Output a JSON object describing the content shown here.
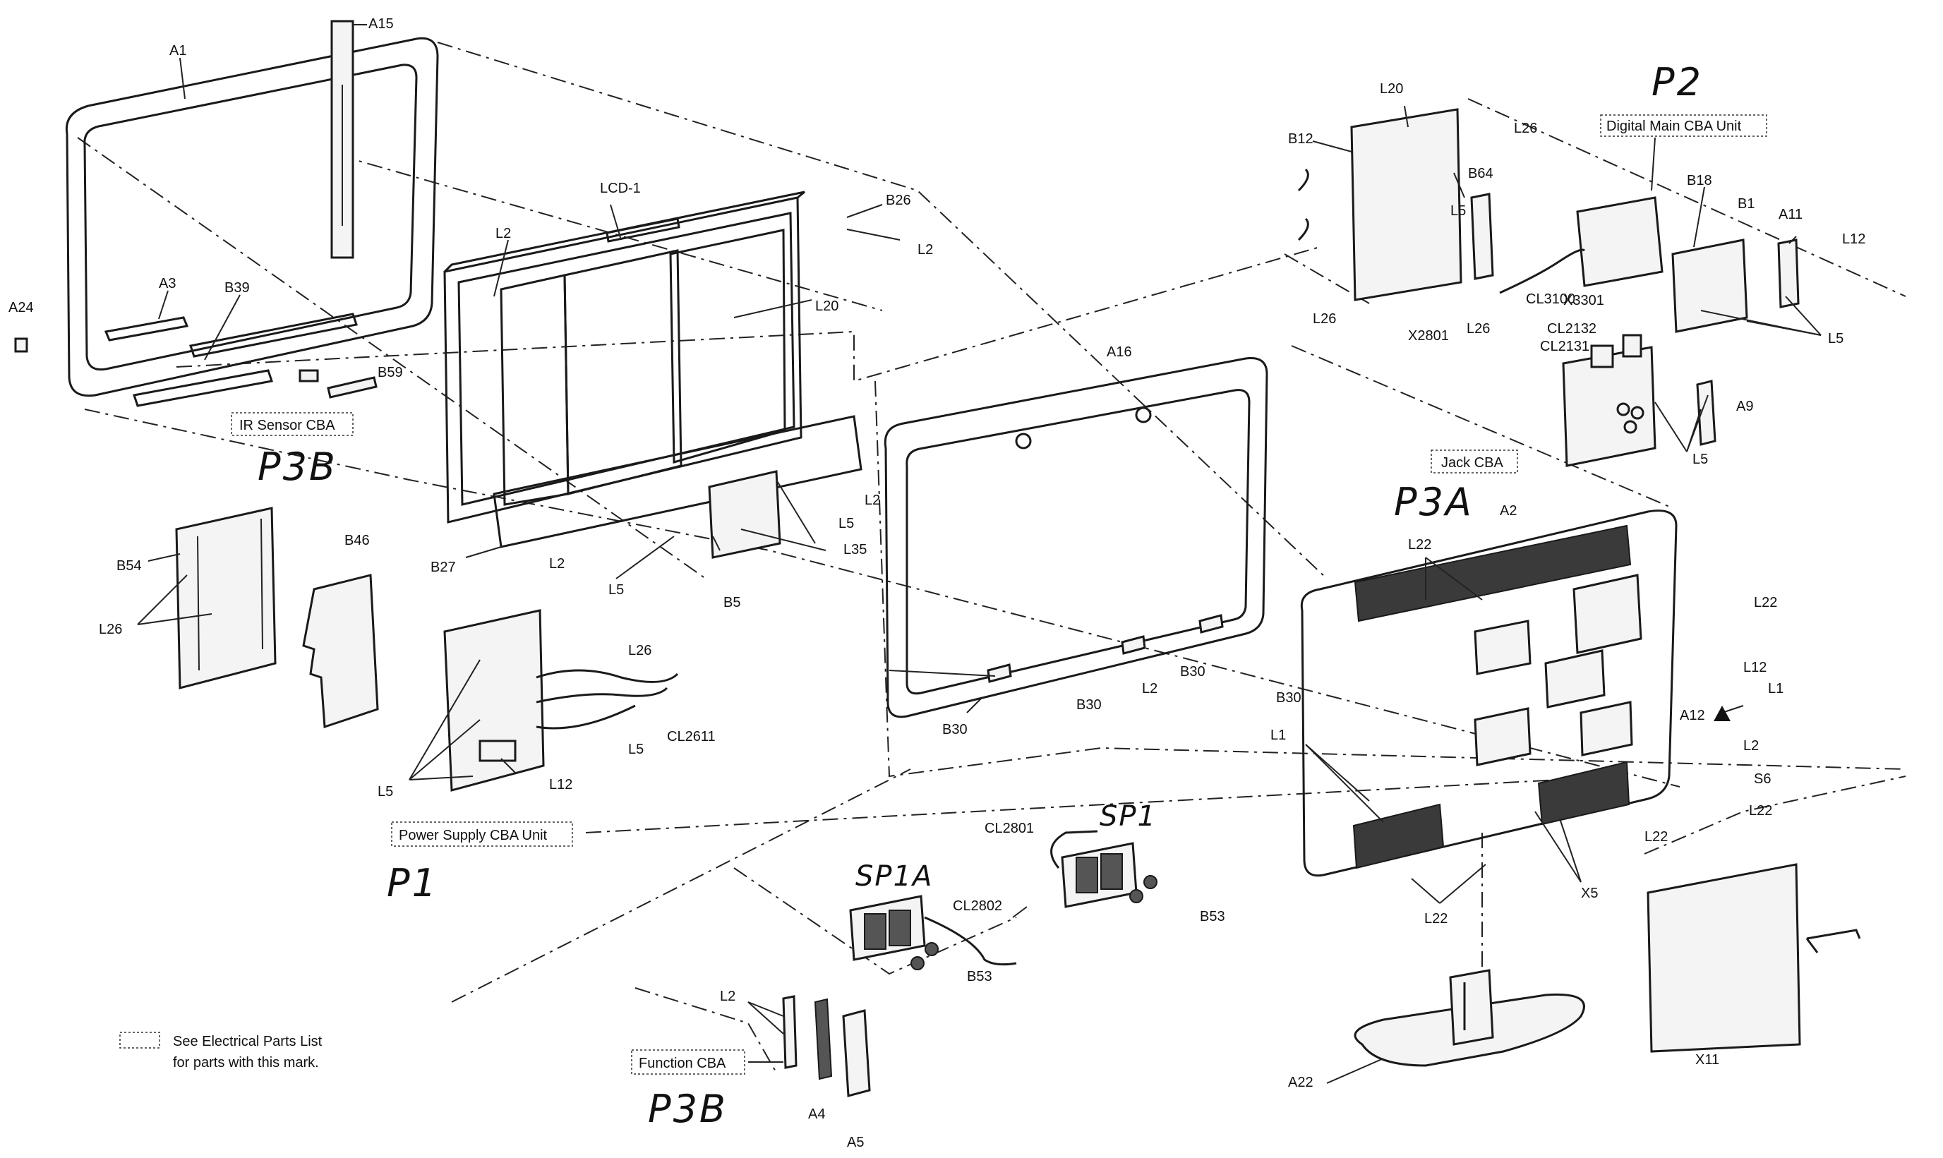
{
  "part_labels": {
    "a1": "A1",
    "a15": "A15",
    "a24": "A24",
    "a3": "A3",
    "b39": "B39",
    "b59": "B59",
    "lcd1": "LCD-1",
    "b26": "B26",
    "l2_a": "L2",
    "l2_b": "L2",
    "l20_a": "L20",
    "b27": "B27",
    "l2_c": "L2",
    "l5_a": "L5",
    "b5": "B5",
    "l35": "L35",
    "l5_b": "L5",
    "l2_d": "L2",
    "b54": "B54",
    "l26_a": "L26",
    "b46": "B46",
    "l26_b": "L26",
    "cl2611": "CL2611",
    "l5_c": "L5",
    "l5_d": "L5",
    "l12_a": "L12",
    "a16": "A16",
    "b30_a": "B30",
    "b30_b": "B30",
    "b30_c": "B30",
    "b30_d": "B30",
    "l2_e": "L2",
    "l20_b": "L20",
    "l26_c": "L26",
    "b12": "B12",
    "b64": "B64",
    "l5_e": "L5",
    "b18": "B18",
    "b1": "B1",
    "a11": "A11",
    "l12_b": "L12",
    "l26_d": "L26",
    "x2801": "X2801",
    "l26_e": "L26",
    "cl3100": "CL3100",
    "x3301": "X3301",
    "l5_f": "L5",
    "cl2132": "CL2132",
    "cl2131": "CL2131",
    "a9": "A9",
    "l5_g": "L5",
    "a2": "A2",
    "l22_a": "L22",
    "l22_b": "L22",
    "l12_c": "L12",
    "l1_a": "L1",
    "l1_b": "L1",
    "a12": "A12",
    "l2_f": "L2",
    "s6": "S6",
    "l22_c": "L22",
    "l22_d": "L22",
    "l22_e": "L22",
    "x5": "X5",
    "cl2801": "CL2801",
    "b53_a": "B53",
    "cl2802": "CL2802",
    "b53_b": "B53",
    "l2_g": "L2",
    "a4": "A4",
    "a5": "A5",
    "a22": "A22",
    "x11": "X11"
  },
  "boxed_labels": {
    "ir_sensor": "IR Sensor CBA",
    "digital_main": "Digital Main CBA Unit",
    "jack": "Jack CBA",
    "power_supply": "Power Supply CBA Unit",
    "function": "Function CBA"
  },
  "handwritten": {
    "p2": "P2",
    "p3b_top": "P3B",
    "p3a": "P3A",
    "p1": "P1",
    "sp1": "SP1",
    "sp1a": "SP1A",
    "p3b_bottom": "P3B"
  },
  "legend": {
    "line1": "See Electrical Parts List",
    "line2": "for parts with this mark."
  },
  "warning_icon": "warning-triangle-icon"
}
